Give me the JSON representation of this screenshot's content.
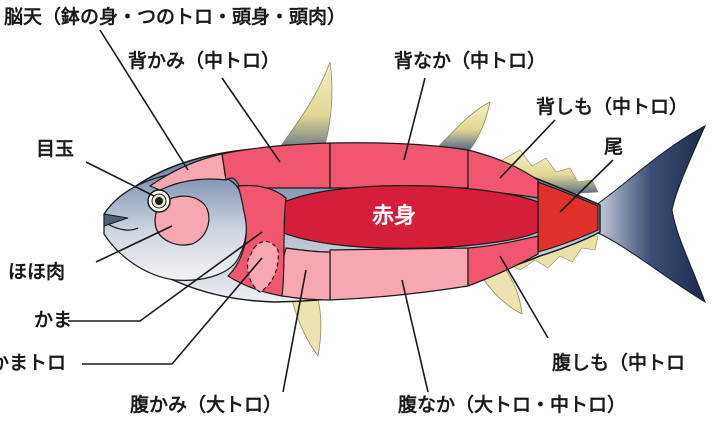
{
  "labels": {
    "noten": "脳天（鉢の身・つのトロ・頭身・頭肉）",
    "sekami": "背かみ（中トロ）",
    "senaka": "背なか（中トロ）",
    "seshimo": "背しも（中トロ）",
    "o": "尾",
    "medama": "目玉",
    "akami": "赤身",
    "hohoniku": "ほほ肉",
    "kama": "かま",
    "kamatoro": "かまトロ",
    "harashimo": "腹しも（中トロ",
    "harakami": "腹かみ（大トロ）",
    "haranaka": "腹なか（大トロ・中トロ）"
  },
  "colors": {
    "akami": "#d51f3a",
    "chutoro": "#f0566f",
    "otoro": "#f6a7b1",
    "o": "#e0302c",
    "outline": "#1a1a1a",
    "fin_yellow": "#e6db92",
    "tail_blue": "#2c3d64",
    "body_blue": "#6b86a6",
    "belly": "#f3f4f6"
  }
}
